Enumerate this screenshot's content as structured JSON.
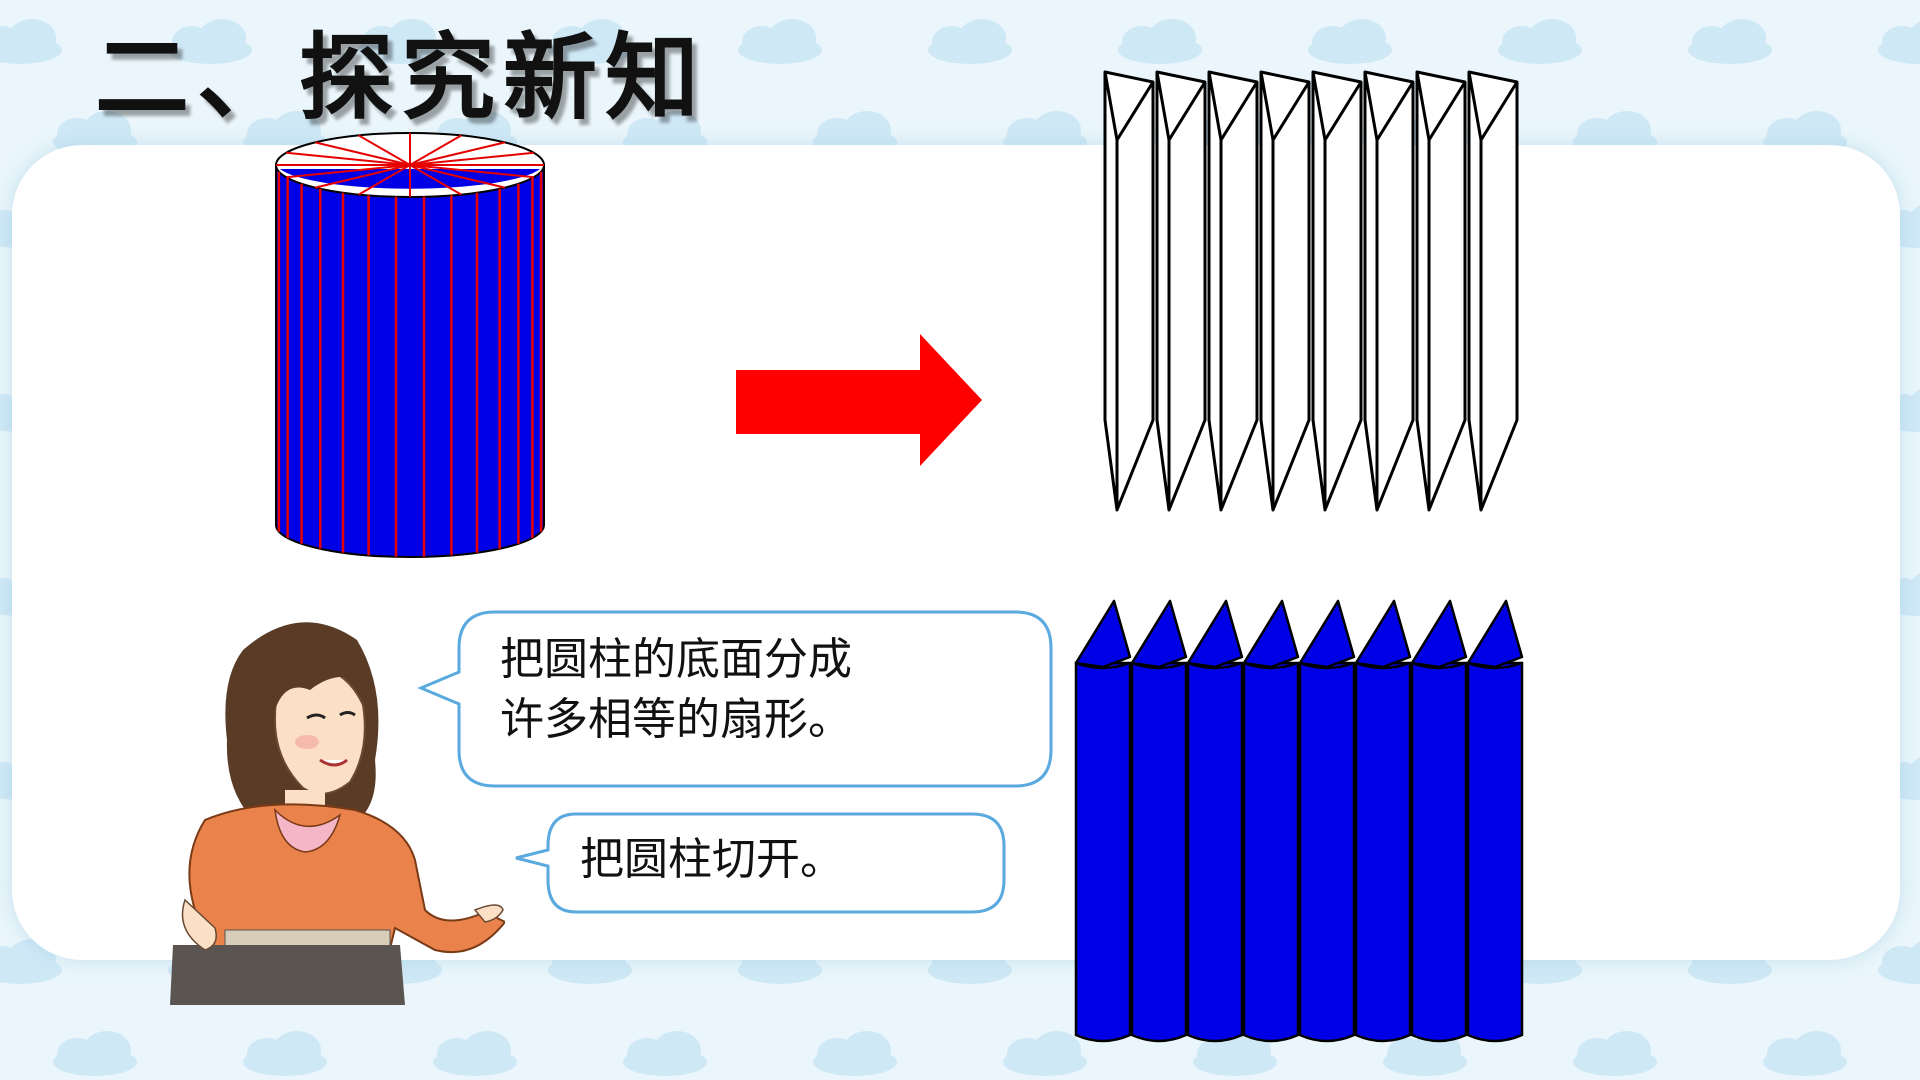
{
  "slide": {
    "title": "二、探究新知"
  },
  "speech": {
    "line1": "把圆柱的底面分成\n许多相等的扇形。",
    "line2": "把圆柱切开。"
  },
  "colors": {
    "cylinder_blue": "#0000e6",
    "cut_line_red": "#e60000",
    "arrow_red": "#ff0000",
    "bubble_border": "#5aa9df",
    "background": "#eaf6fb"
  },
  "illustration": {
    "segments": 8,
    "icons": [
      "cylinder-illustration",
      "arrow-right-icon",
      "white-prism-strips",
      "blue-prism-strips",
      "teacher-figure"
    ]
  }
}
